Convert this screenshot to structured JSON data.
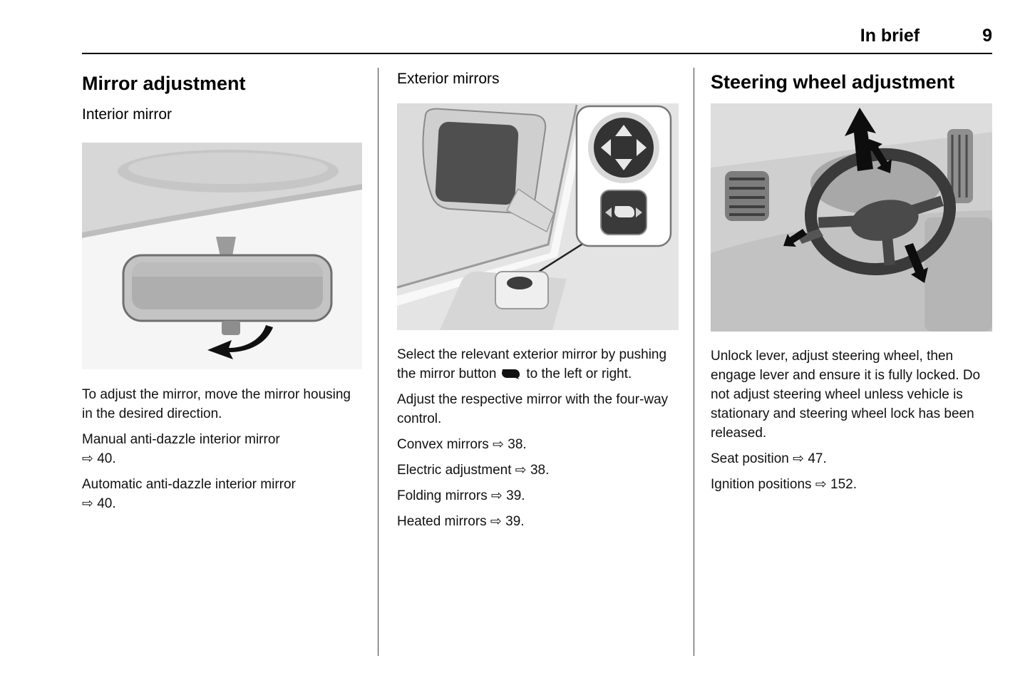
{
  "header": {
    "section_title": "In brief",
    "page_number": "9"
  },
  "col1": {
    "title": "Mirror adjustment",
    "subtitle": "Interior mirror",
    "p1": "To adjust the mirror, move the mirror housing in the desired direction.",
    "ref1": "Manual anti-dazzle interior mirror\n⇨ 40.",
    "ref2": "Automatic anti-dazzle interior mirror\n⇨ 40."
  },
  "col2": {
    "title": "Exterior mirrors",
    "p1_before_icon": "Select the relevant exterior mirror by pushing the mirror button",
    "p1_after_icon": "to the left or right.",
    "p2": "Adjust the respective mirror with the four-way control.",
    "refs": [
      "Convex mirrors ⇨ 38.",
      "Electric adjustment ⇨ 38.",
      "Folding mirrors ⇨ 39.",
      "Heated mirrors ⇨ 39."
    ]
  },
  "col3": {
    "title": "Steering wheel adjustment",
    "p1": "Unlock lever, adjust steering wheel, then engage lever and ensure it is fully locked. Do not adjust steering wheel unless vehicle is stationary and steering wheel lock has been released.",
    "refs": [
      "Seat position ⇨ 47.",
      "Ignition positions ⇨ 152."
    ]
  }
}
